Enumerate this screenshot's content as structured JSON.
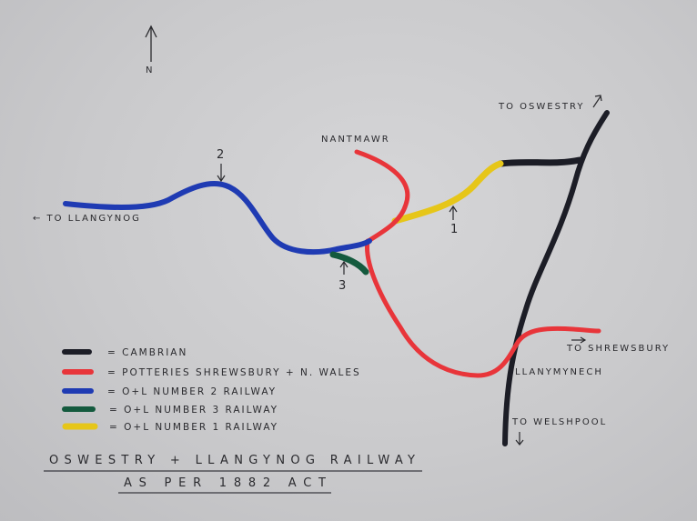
{
  "map": {
    "title_line1": "OSWESTRY + LLANGYNOG RAILWAY",
    "title_line2": "AS PER 1882 ACT",
    "north_label": "N",
    "places": {
      "nantmawr": "NANTMAWR",
      "llanymynech": "LLANYMYNECH"
    },
    "directions": {
      "to_llangynog": "← TO LLANGYNOG",
      "to_oswestry": "TO OSWESTRY",
      "to_shrewsbury": "TO SHREWSBURY",
      "to_welshpool": "TO WELSHPOOL"
    },
    "markers": {
      "m1": "1",
      "m2": "2",
      "m3": "3"
    },
    "colors": {
      "cambrian": "#1c1d26",
      "potteries": "#e8353a",
      "ol2": "#1f3bb3",
      "ol3": "#145a3e",
      "ol1": "#e6c619"
    },
    "legend": [
      {
        "color": "#1c1d26",
        "label": "= CAMBRIAN"
      },
      {
        "color": "#e8353a",
        "label": "= POTTERIES SHREWSBURY + N. WALES"
      },
      {
        "color": "#1f3bb3",
        "label": "= O+L NUMBER 2 RAILWAY"
      },
      {
        "color": "#145a3e",
        "label": "= O+L NUMBER 3 RAILWAY"
      },
      {
        "color": "#e6c619",
        "label": "= O+L NUMBER 1 RAILWAY"
      }
    ]
  }
}
